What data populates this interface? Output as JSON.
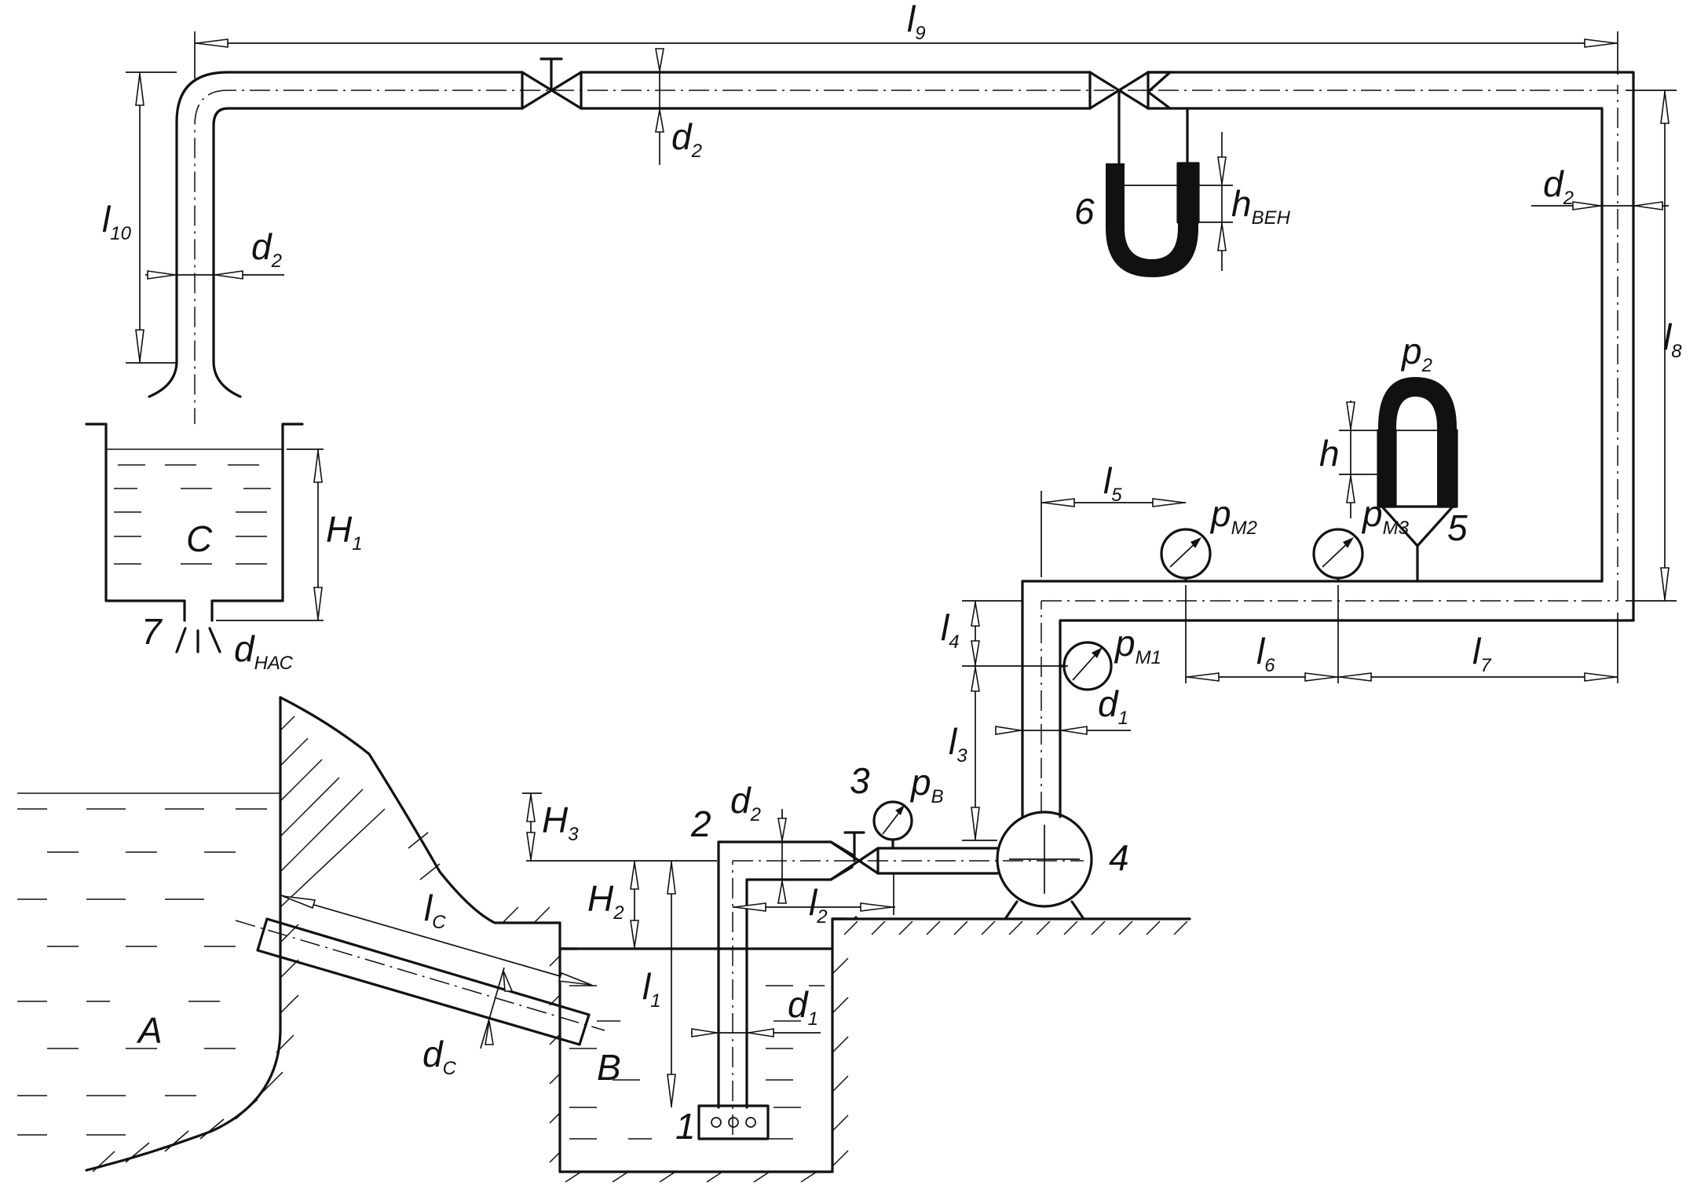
{
  "labels": {
    "l9": {
      "main": "l",
      "sub": "9"
    },
    "l10": {
      "main": "l",
      "sub": "10"
    },
    "l8": {
      "main": "l",
      "sub": "8"
    },
    "l7": {
      "main": "l",
      "sub": "7"
    },
    "l6": {
      "main": "l",
      "sub": "6"
    },
    "l5": {
      "main": "l",
      "sub": "5"
    },
    "l4": {
      "main": "l",
      "sub": "4"
    },
    "l3": {
      "main": "l",
      "sub": "3"
    },
    "l2": {
      "main": "l",
      "sub": "2"
    },
    "l1": {
      "main": "l",
      "sub": "1"
    },
    "lc": {
      "main": "l",
      "sub": "C"
    },
    "d2_top": {
      "main": "d",
      "sub": "2"
    },
    "d2_left": {
      "main": "d",
      "sub": "2"
    },
    "d2_right": {
      "main": "d",
      "sub": "2"
    },
    "d2_low": {
      "main": "d",
      "sub": "2"
    },
    "d1_mid": {
      "main": "d",
      "sub": "1"
    },
    "d1_low": {
      "main": "d",
      "sub": "1"
    },
    "dc": {
      "main": "d",
      "sub": "C"
    },
    "dnac": {
      "main": "d",
      "sub": "НАС"
    },
    "hveh": {
      "main": "h",
      "sub": "ВЕН"
    },
    "h": {
      "main": "h",
      "sub": ""
    },
    "H1": {
      "main": "H",
      "sub": "1"
    },
    "H2": {
      "main": "H",
      "sub": "2"
    },
    "H3": {
      "main": "H",
      "sub": "3"
    },
    "p2": {
      "main": "p",
      "sub": "2"
    },
    "pm1": {
      "main": "p",
      "sub": "М1"
    },
    "pm2": {
      "main": "p",
      "sub": "М2"
    },
    "pm3": {
      "main": "p",
      "sub": "М3"
    },
    "pv": {
      "main": "p",
      "sub": "В"
    }
  },
  "tanks": {
    "A": "A",
    "B": "B",
    "C": "C"
  },
  "numbers": {
    "n1": "1",
    "n2": "2",
    "n3": "3",
    "n4": "4",
    "n5": "5",
    "n6": "6",
    "n7": "7"
  }
}
